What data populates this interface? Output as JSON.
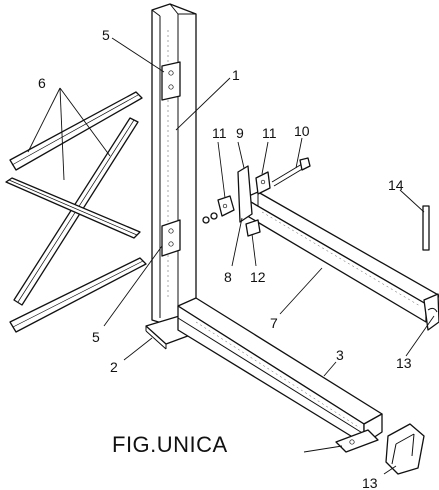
{
  "figure": {
    "caption": "FIG.UNICA",
    "labels": {
      "l1": "1",
      "l2": "2",
      "l3": "3",
      "l5a": "5",
      "l5b": "5",
      "l6": "6",
      "l7": "7",
      "l8": "8",
      "l9": "9",
      "l10": "10",
      "l11a": "11",
      "l11b": "11",
      "l12": "12",
      "l13a": "13",
      "l13b": "13",
      "l14": "14"
    }
  }
}
